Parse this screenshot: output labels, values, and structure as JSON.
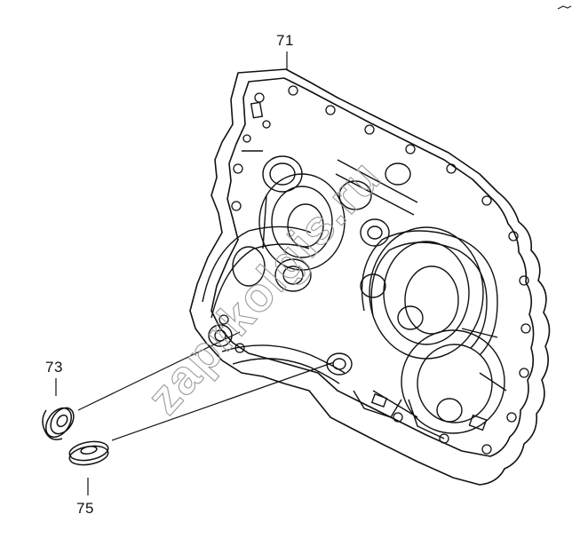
{
  "diagram": {
    "callouts": {
      "part_71": "71",
      "part_73": "73",
      "part_75": "75"
    },
    "watermark": "zaprkolgis.ru",
    "colors": {
      "line": "#111111",
      "background": "#ffffff",
      "watermark": "#9a9a9a"
    }
  }
}
